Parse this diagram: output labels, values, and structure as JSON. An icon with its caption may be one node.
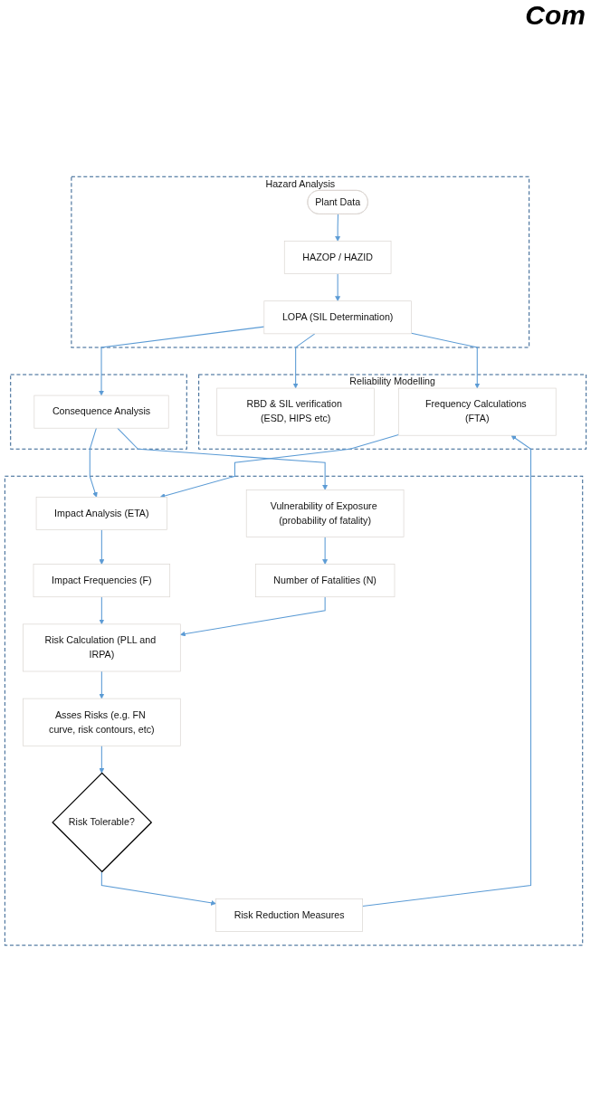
{
  "diagram": {
    "nodes": [
      {
        "text": [
          "Hazard Analysis"
        ]
      },
      {
        "text": [
          "Plant Data"
        ],
        "in": 0
      },
      {
        "text": [
          "HAZOP / HAZID"
        ],
        "in": 0
      },
      {
        "text": [
          "LOPA (SIL Determination)"
        ],
        "in": 0
      },
      {
        "text": [
          "Reliability Modelling"
        ]
      },
      {
        "text": [
          "RBD & SIL verification (ESD, HIPS etc)"
        ],
        "in": 4
      },
      {
        "text": [
          "Frequency Calculations (FTA)"
        ],
        "in": 4
      },
      {
        "text": [],
        "shape": "box"
      },
      {
        "text": [
          "Consequence Analysis"
        ],
        "in": 7
      },
      {
        "text": [],
        "shape": "box"
      },
      {
        "text": [
          "Impact Analysis (ETA)"
        ],
        "in": 9
      },
      {
        "text": [
          "Vulnerability of Exposure (probability of fatality)"
        ],
        "in": 9
      },
      {
        "text": [
          "Impact Frequencies (F)"
        ],
        "in": 9
      },
      {
        "text": [
          "Number of Fatalities (N)"
        ],
        "in": 9
      },
      {
        "text": [
          "Risk Calculation (PLL and IRPA)"
        ],
        "in": 9
      },
      {
        "text": [
          "Asses Risks (e.g. FN curve, risk contours, etc)"
        ],
        "in": 9
      },
      {
        "text": [
          "Risk Tolerable?"
        ],
        "in": 9
      },
      {
        "text": [
          "Risk Reduction Measures"
        ],
        "in": 9
      }
    ],
    "edges": [
      {
        "from": 1,
        "to": 2,
        "arrow": "to"
      },
      {
        "from": 2,
        "to": 3,
        "arrow": "to"
      },
      {
        "from": 3,
        "to": 5,
        "arrow": "to"
      },
      {
        "from": 3,
        "to": 6,
        "arrow": "to"
      },
      {
        "from": 3,
        "to": 8,
        "arrow": "to"
      },
      {
        "from": 8,
        "to": 10,
        "arrow": "to"
      },
      {
        "from": 8,
        "to": 11,
        "arrow": "to"
      },
      {
        "from": 6,
        "to": 10,
        "arrow": "to"
      },
      {
        "from": 10,
        "to": 12,
        "arrow": "to"
      },
      {
        "from": 11,
        "to": 13,
        "arrow": "to"
      },
      {
        "from": 12,
        "to": 14,
        "arrow": "to"
      },
      {
        "from": 13,
        "to": 14,
        "arrow": "to"
      },
      {
        "from": 14,
        "to": 15,
        "arrow": "to"
      },
      {
        "from": 15,
        "to": 16,
        "arrow": "to"
      },
      {
        "from": 16,
        "to": 17,
        "arrow": "to"
      },
      {
        "from": 17,
        "to": 6,
        "arrow": "to"
      }
    ],
    "labels": [
      "Com"
    ]
  }
}
